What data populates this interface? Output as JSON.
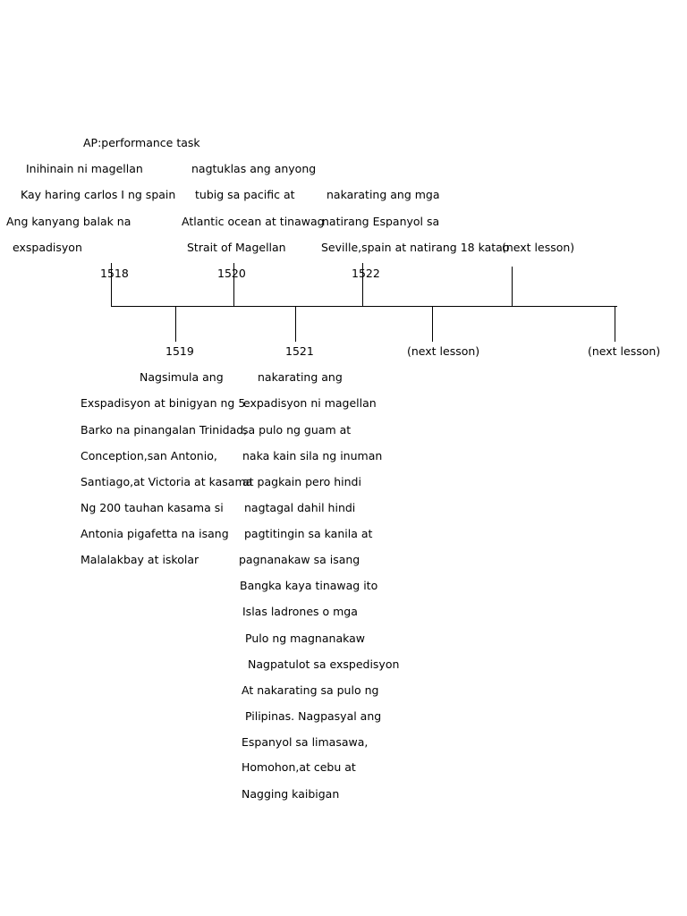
{
  "title": "AP:performance task",
  "events_above": [
    {
      "year": "1518",
      "lines": [
        "Inihinain ni magellan",
        "Kay haring carlos I ng spain",
        "Ang kanyang balak na",
        "exspadisyon"
      ]
    },
    {
      "year": "1520",
      "lines": [
        "nagtuklas ang anyong",
        "tubig sa pacific at",
        "Atlantic ocean at tinawag",
        "Strait of Magellan"
      ]
    },
    {
      "year": "1522",
      "lines": [
        "nakarating ang mga",
        "natirang Espanyol sa",
        "Seville,spain at natirang 18 katao"
      ]
    },
    {
      "year": "",
      "lines": [
        "(next lesson)"
      ]
    }
  ],
  "events_below": [
    {
      "year": "1519",
      "lines": [
        "Nagsimula ang",
        "Exspadisyon at binigyan ng 5",
        "Barko na pinangalan Trinidad,",
        "Conception,san Antonio,",
        "Santiago,at Victoria at kasama",
        "Ng 200 tauhan kasama si",
        "Antonia pigafetta na isang",
        "Malalakbay at iskolar"
      ]
    },
    {
      "year": "1521",
      "lines": [
        "nakarating ang",
        "expadisyon ni magellan",
        "sa pulo ng guam at",
        "naka kain sila ng inuman",
        "at pagkain pero hindi",
        "nagtagal dahil hindi",
        "pagtitingin sa kanila at",
        "pagnanakaw sa isang",
        "Bangka kaya tinawag ito",
        "Islas ladrones o mga",
        "Pulo ng magnanakaw",
        "Nagpatulot sa exspedisyon",
        "At nakarating sa pulo ng",
        "Pilipinas. Nagpasyal ang",
        "Espanyol sa limasawa,",
        "Homohon,at cebu at",
        "Nagging kaibigan"
      ]
    },
    {
      "year": "(next lesson)",
      "lines": []
    },
    {
      "year": "(next lesson)",
      "lines": []
    }
  ]
}
